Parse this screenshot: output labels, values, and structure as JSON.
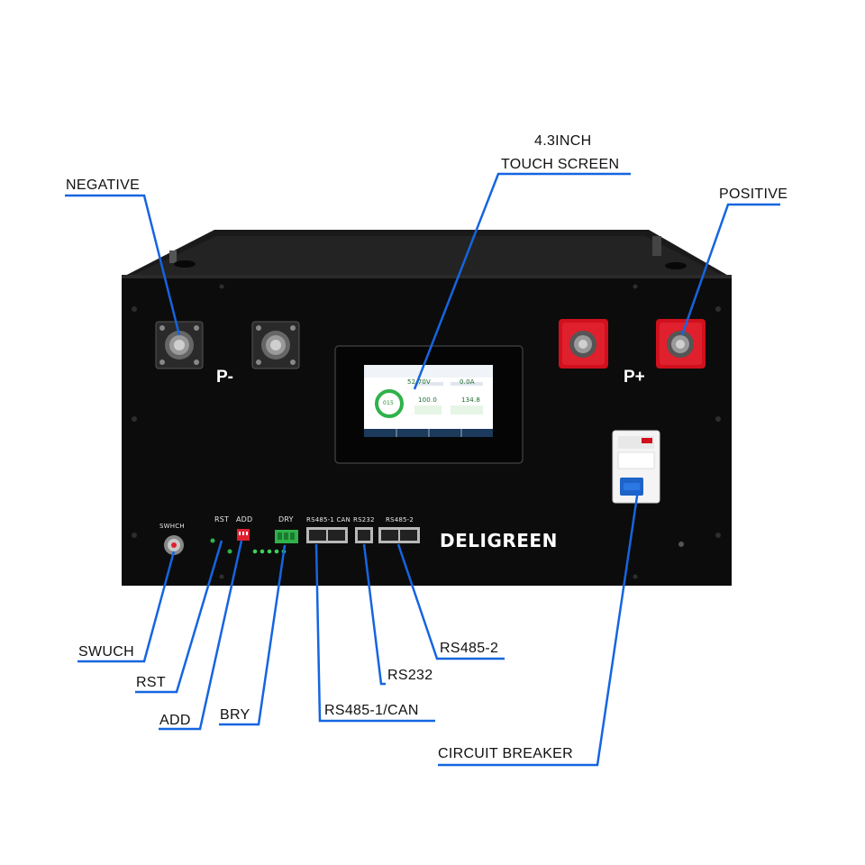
{
  "product": {
    "brand": "DELIGREEN",
    "terminal_negative_mark": "P-",
    "terminal_positive_mark": "P+"
  },
  "panel_labels": {
    "switch": "SWHCH",
    "rst": "RST",
    "add": "ADD",
    "dry": "DRY",
    "rs485_1_can": "RS485-1 CAN",
    "rs232": "RS232",
    "rs485_2": "RS485-2"
  },
  "callouts": {
    "touch_screen_size": "4.3INCH",
    "touch_screen": "TOUCH SCREEN",
    "negative": "NEGATIVE",
    "positive": "POSITIVE",
    "swuch": "SWUCH",
    "rst": "RST",
    "add": "ADD",
    "bry": "BRY",
    "rs485_1_can": "RS485-1/CAN",
    "rs232": "RS232",
    "rs485_2": "RS485-2",
    "circuit_breaker": "CIRCUIT BREAKER"
  },
  "screen": {
    "soc": "015",
    "reading_1": "52.70V",
    "reading_2": "0.0A",
    "reading_3": "100.0",
    "reading_4": "134.8"
  },
  "colors": {
    "callout_line": "#1565e0",
    "terminal_red": "#d0101c",
    "chassis": "#0c0c0c",
    "screen_ring": "#2fb24a"
  }
}
